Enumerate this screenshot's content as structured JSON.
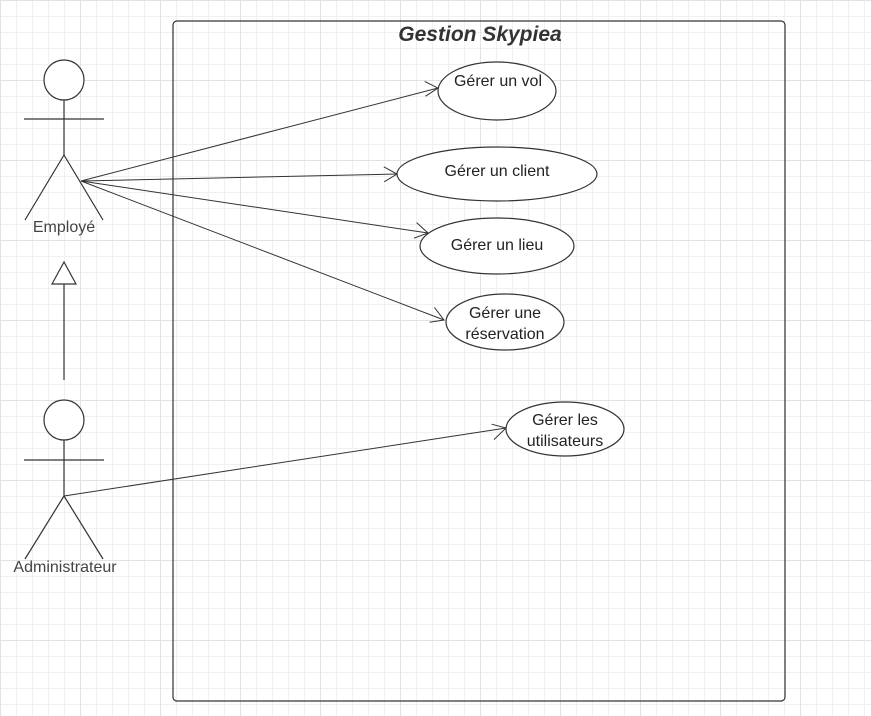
{
  "system": {
    "title": "Gestion Skypiea"
  },
  "actors": {
    "employe": {
      "label": "Employé"
    },
    "admin": {
      "label": "Administrateur"
    }
  },
  "use_cases": {
    "vol": {
      "label": "Gérer un vol"
    },
    "client": {
      "label": "Gérer un client"
    },
    "lieu": {
      "label": "Gérer un lieu"
    },
    "reservation": {
      "label": "Gérer une réservation"
    },
    "utilisateurs": {
      "label": "Gérer les utilisateurs"
    }
  },
  "colors": {
    "stroke": "#333333",
    "text": "#222222",
    "grid": "#e2e2e2"
  }
}
